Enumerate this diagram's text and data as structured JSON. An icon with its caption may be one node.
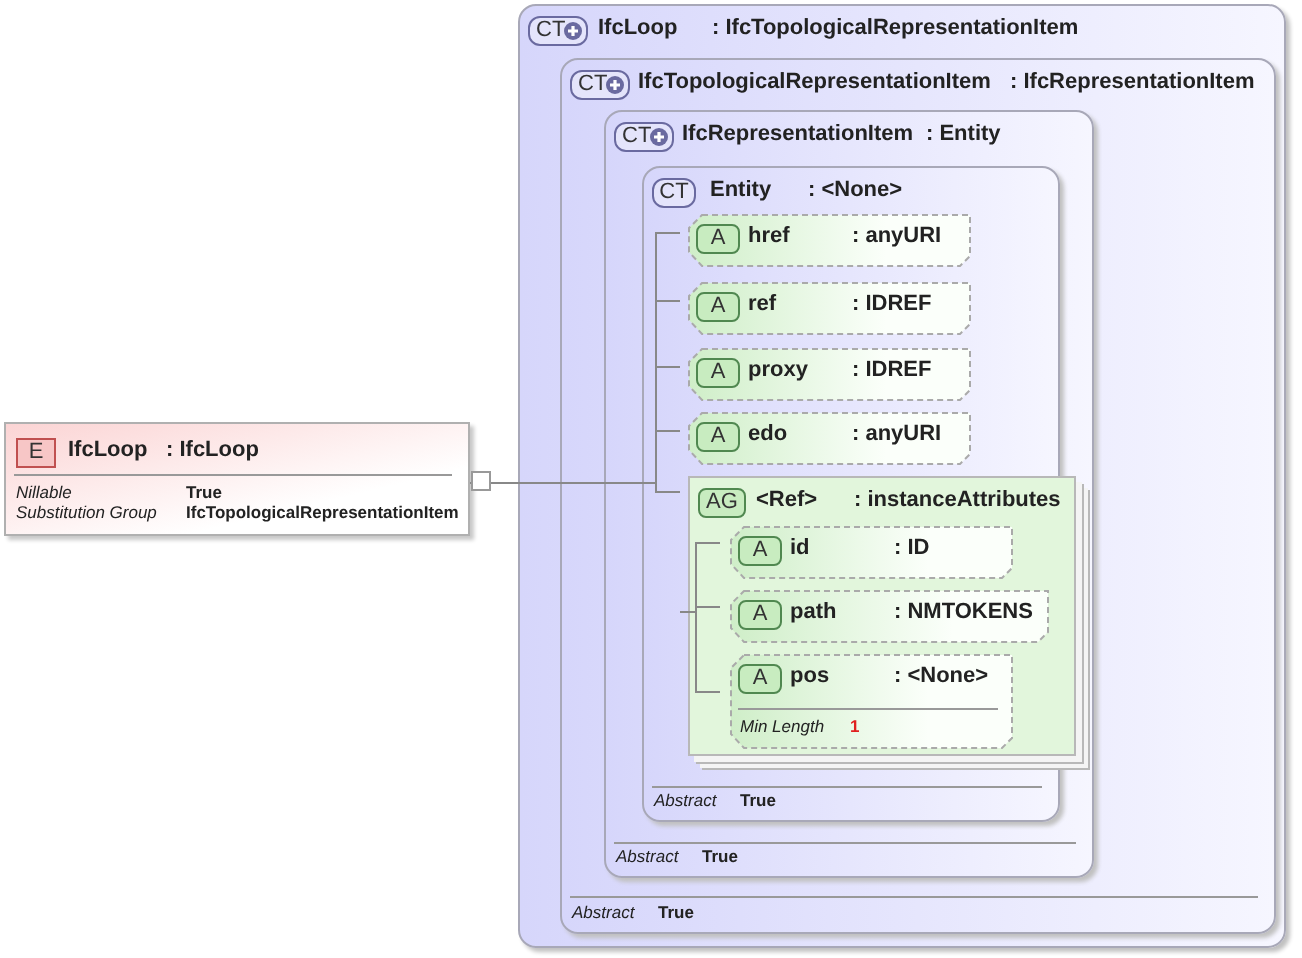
{
  "diagram": {
    "nodes": [
      {
        "text": [
          "E",
          "IfcLoop",
          ": IfcLoop",
          "Nillable",
          "True",
          "Substitution Group",
          "IfcTopologicalRepresentationItem"
        ]
      },
      {
        "text": [
          "CT",
          "IfcLoop",
          ": IfcTopologicalRepresentationItem"
        ]
      },
      {
        "text": [
          "CT",
          "IfcTopologicalRepresentationItem",
          ": IfcRepresentationItem",
          "Abstract",
          "True"
        ],
        "in": 1
      },
      {
        "text": [
          "CT",
          "IfcRepresentationItem",
          ": Entity",
          "Abstract",
          "True"
        ],
        "in": 2
      },
      {
        "text": [
          "CT",
          "Entity",
          ": <None>",
          "Abstract",
          "True"
        ],
        "in": 3
      },
      {
        "text": [
          "A",
          "href",
          ": anyURI"
        ],
        "in": 4
      },
      {
        "text": [
          "A",
          "ref",
          ": IDREF"
        ],
        "in": 4
      },
      {
        "text": [
          "A",
          "proxy",
          ": IDREF"
        ],
        "in": 4
      },
      {
        "text": [
          "A",
          "edo",
          ": anyURI"
        ],
        "in": 4
      },
      {
        "text": [
          "AG",
          "<Ref>",
          ": instanceAttributes"
        ],
        "in": 4
      },
      {
        "text": [
          "A",
          "id",
          ": ID"
        ],
        "in": 9
      },
      {
        "text": [
          "A",
          "path",
          ": NMTOKENS"
        ],
        "in": 9
      },
      {
        "text": [
          "A",
          "pos",
          ": <None>",
          "Min Length",
          "1"
        ],
        "in": 9
      }
    ],
    "edges": [
      {
        "from": 0,
        "to": 5,
        "arrow": "none"
      },
      {
        "from": 0,
        "to": 6,
        "arrow": "none"
      },
      {
        "from": 0,
        "to": 7,
        "arrow": "none"
      },
      {
        "from": 0,
        "to": 8,
        "arrow": "none"
      },
      {
        "from": 0,
        "to": 9,
        "arrow": "none"
      },
      {
        "from": 9,
        "to": 10,
        "arrow": "none"
      },
      {
        "from": 9,
        "to": 11,
        "arrow": "none"
      },
      {
        "from": 9,
        "to": 12,
        "arrow": "none"
      }
    ]
  }
}
